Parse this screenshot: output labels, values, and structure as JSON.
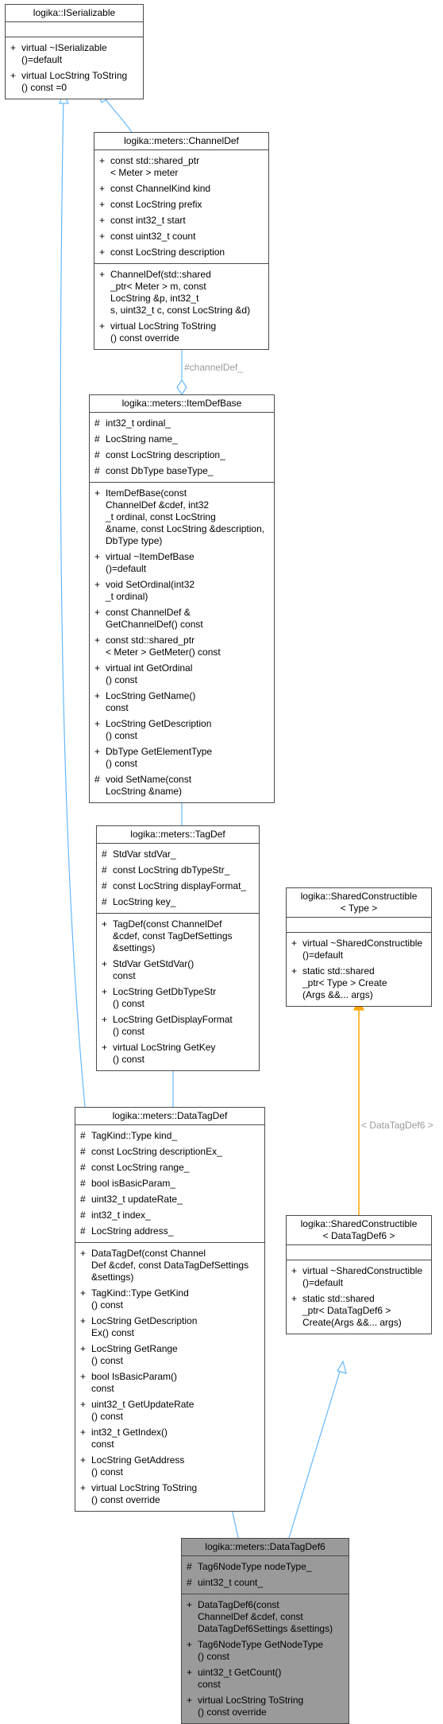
{
  "classes": {
    "iserializable": {
      "name": "logika::ISerializable",
      "attributes": [],
      "operations": [
        {
          "vis": "+",
          "text": "virtual ~ISerializable\n()=default"
        },
        {
          "vis": "+",
          "text": "virtual LocString ToString\n() const =0"
        }
      ]
    },
    "channeldef": {
      "name": "logika::meters::ChannelDef",
      "attributes": [
        {
          "vis": "+",
          "text": "const std::shared_ptr\n< Meter > meter"
        },
        {
          "vis": "+",
          "text": "const ChannelKind kind"
        },
        {
          "vis": "+",
          "text": "const LocString prefix"
        },
        {
          "vis": "+",
          "text": "const int32_t start"
        },
        {
          "vis": "+",
          "text": "const uint32_t count"
        },
        {
          "vis": "+",
          "text": "const LocString description"
        }
      ],
      "operations": [
        {
          "vis": "+",
          "text": "ChannelDef(std::shared\n_ptr< Meter > m, const\n LocString &p, int32_t\n s, uint32_t c, const LocString &d)"
        },
        {
          "vis": "+",
          "text": "virtual LocString ToString\n() const override"
        }
      ]
    },
    "itemdefbase": {
      "name": "logika::meters::ItemDefBase",
      "attributes": [
        {
          "vis": "#",
          "text": "int32_t ordinal_"
        },
        {
          "vis": "#",
          "text": "LocString name_"
        },
        {
          "vis": "#",
          "text": "const LocString description_"
        },
        {
          "vis": "#",
          "text": "const DbType baseType_"
        }
      ],
      "operations": [
        {
          "vis": "+",
          "text": "ItemDefBase(const\n ChannelDef &cdef, int32\n_t ordinal, const LocString\n &name, const LocString &description,\n DbType type)"
        },
        {
          "vis": "+",
          "text": "virtual ~ItemDefBase\n()=default"
        },
        {
          "vis": "+",
          "text": "void SetOrdinal(int32\n_t ordinal)"
        },
        {
          "vis": "+",
          "text": "const ChannelDef &\nGetChannelDef() const"
        },
        {
          "vis": "+",
          "text": "const std::shared_ptr\n< Meter > GetMeter() const"
        },
        {
          "vis": "+",
          "text": "virtual int GetOrdinal\n() const"
        },
        {
          "vis": "+",
          "text": "LocString GetName()\n const"
        },
        {
          "vis": "+",
          "text": "LocString GetDescription\n() const"
        },
        {
          "vis": "+",
          "text": "DbType GetElementType\n() const"
        },
        {
          "vis": "#",
          "text": "void SetName(const\n LocString &name)"
        }
      ]
    },
    "tagdef": {
      "name": "logika::meters::TagDef",
      "attributes": [
        {
          "vis": "#",
          "text": "StdVar stdVar_"
        },
        {
          "vis": "#",
          "text": "const LocString dbTypeStr_"
        },
        {
          "vis": "#",
          "text": "const LocString displayFormat_"
        },
        {
          "vis": "#",
          "text": "LocString key_"
        }
      ],
      "operations": [
        {
          "vis": "+",
          "text": "TagDef(const ChannelDef\n &cdef, const TagDefSettings\n &settings)"
        },
        {
          "vis": "+",
          "text": "StdVar GetStdVar()\n const"
        },
        {
          "vis": "+",
          "text": "LocString GetDbTypeStr\n() const"
        },
        {
          "vis": "+",
          "text": "LocString GetDisplayFormat\n() const"
        },
        {
          "vis": "+",
          "text": "virtual LocString GetKey\n() const"
        }
      ]
    },
    "datatagdef": {
      "name": "logika::meters::DataTagDef",
      "attributes": [
        {
          "vis": "#",
          "text": "TagKind::Type kind_"
        },
        {
          "vis": "#",
          "text": "const LocString descriptionEx_"
        },
        {
          "vis": "#",
          "text": "const LocString range_"
        },
        {
          "vis": "#",
          "text": "bool isBasicParam_"
        },
        {
          "vis": "#",
          "text": "uint32_t updateRate_"
        },
        {
          "vis": "#",
          "text": "int32_t index_"
        },
        {
          "vis": "#",
          "text": "LocString address_"
        }
      ],
      "operations": [
        {
          "vis": "+",
          "text": "DataTagDef(const Channel\nDef &cdef, const DataTagDefSettings\n &settings)"
        },
        {
          "vis": "+",
          "text": "TagKind::Type GetKind\n() const"
        },
        {
          "vis": "+",
          "text": "LocString GetDescription\nEx() const"
        },
        {
          "vis": "+",
          "text": "LocString GetRange\n() const"
        },
        {
          "vis": "+",
          "text": "bool IsBasicParam()\n const"
        },
        {
          "vis": "+",
          "text": "uint32_t GetUpdateRate\n() const"
        },
        {
          "vis": "+",
          "text": "int32_t GetIndex()\n const"
        },
        {
          "vis": "+",
          "text": "LocString GetAddress\n() const"
        },
        {
          "vis": "+",
          "text": "virtual LocString ToString\n() const override"
        }
      ]
    },
    "sharedconstructible_type": {
      "name": "logika::SharedConstructible\n< Type >",
      "attributes": [],
      "operations": [
        {
          "vis": "+",
          "text": "virtual ~SharedConstructible\n()=default"
        },
        {
          "vis": "+",
          "text": "static std::shared\n_ptr< Type > Create\n(Args &&... args)"
        }
      ]
    },
    "sharedconstructible_datatagdef6": {
      "name": "logika::SharedConstructible\n< DataTagDef6 >",
      "attributes": [],
      "operations": [
        {
          "vis": "+",
          "text": "virtual ~SharedConstructible\n()=default"
        },
        {
          "vis": "+",
          "text": "static std::shared\n_ptr< DataTagDef6 >\n Create(Args &&... args)"
        }
      ]
    },
    "datatagdef6": {
      "name": "logika::meters::DataTagDef6",
      "attributes": [
        {
          "vis": "#",
          "text": "Tag6NodeType nodeType_"
        },
        {
          "vis": "#",
          "text": "uint32_t count_"
        }
      ],
      "operations": [
        {
          "vis": "+",
          "text": "DataTagDef6(const\n ChannelDef &cdef, const\n DataTagDef6Settings &settings)"
        },
        {
          "vis": "+",
          "text": "Tag6NodeType GetNodeType\n() const"
        },
        {
          "vis": "+",
          "text": "uint32_t GetCount()\n const"
        },
        {
          "vis": "+",
          "text": "virtual LocString ToString\n() const override"
        }
      ]
    }
  },
  "edge_labels": {
    "channeldef_member": "#channelDef_",
    "template_binding": "< DataTagDef6 >"
  },
  "colors": {
    "inheritance": "#63b8ff",
    "template": "#ffa500",
    "border": "#4a4a4a",
    "highlight": "#9a9a9a"
  }
}
